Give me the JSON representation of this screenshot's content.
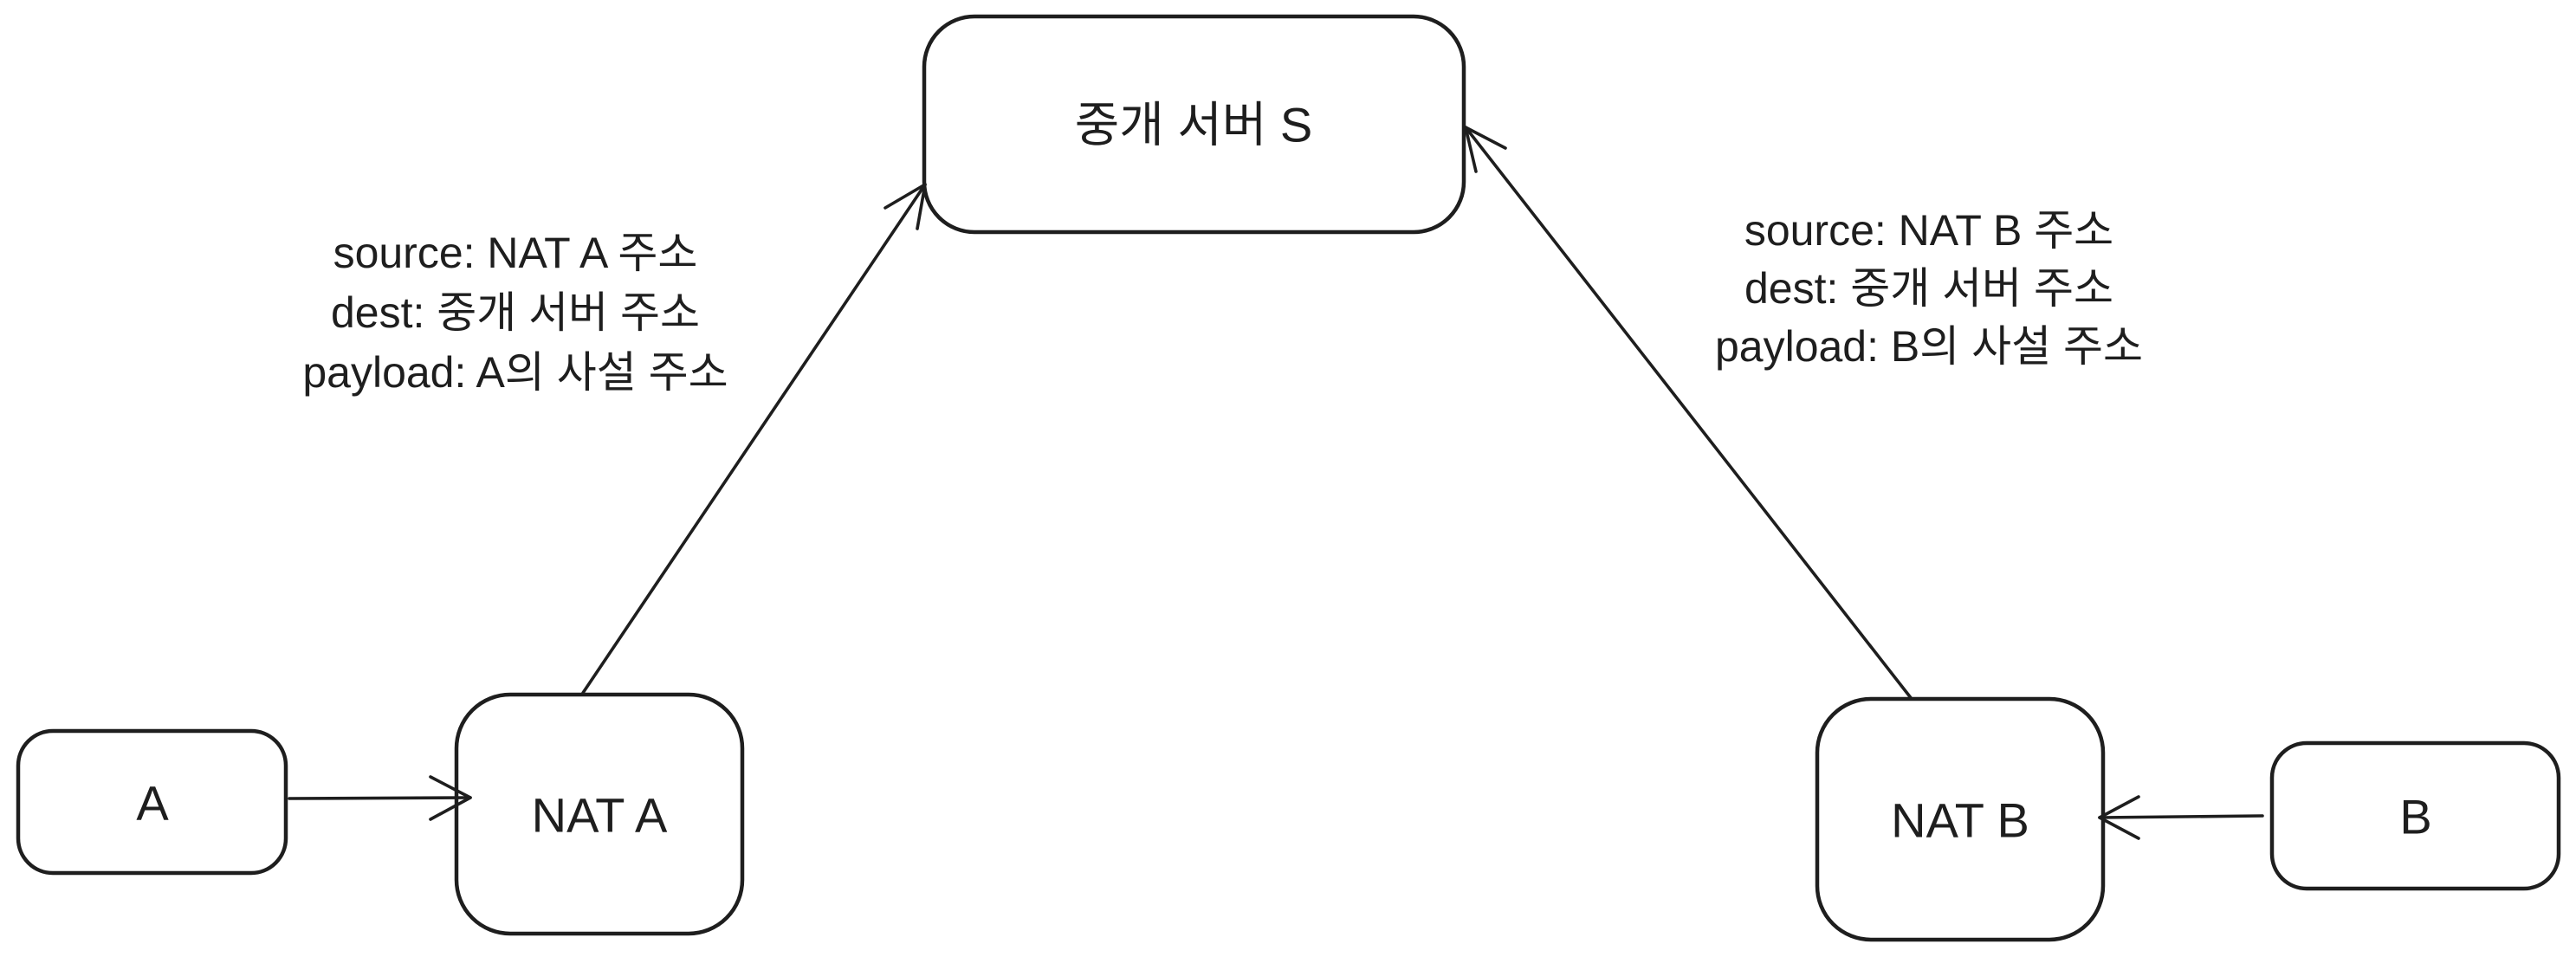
{
  "diagram": {
    "colors": {
      "stroke": "#1e1e1e",
      "background": "#ffffff"
    },
    "nodes": {
      "server": {
        "label": "중개 서버 S"
      },
      "nat_a": {
        "label": "NAT A"
      },
      "nat_b": {
        "label": "NAT B"
      },
      "host_a": {
        "label": "A"
      },
      "host_b": {
        "label": "B"
      }
    },
    "edges": [
      {
        "from": "A",
        "to": "NAT A",
        "direction": "right"
      },
      {
        "from": "NAT A",
        "to": "중개 서버 S",
        "direction": "up-right"
      },
      {
        "from": "B",
        "to": "NAT B",
        "direction": "left"
      },
      {
        "from": "NAT B",
        "to": "중개 서버 S",
        "direction": "up-left"
      }
    ],
    "annotations": {
      "left_packet": {
        "lines": [
          "source: NAT A 주소",
          "dest: 중개 서버 주소",
          "payload: A의 사설 주소"
        ]
      },
      "right_packet": {
        "lines": [
          "source: NAT B 주소",
          "dest: 중개 서버 주소",
          "payload: B의 사설 주소"
        ]
      }
    }
  }
}
